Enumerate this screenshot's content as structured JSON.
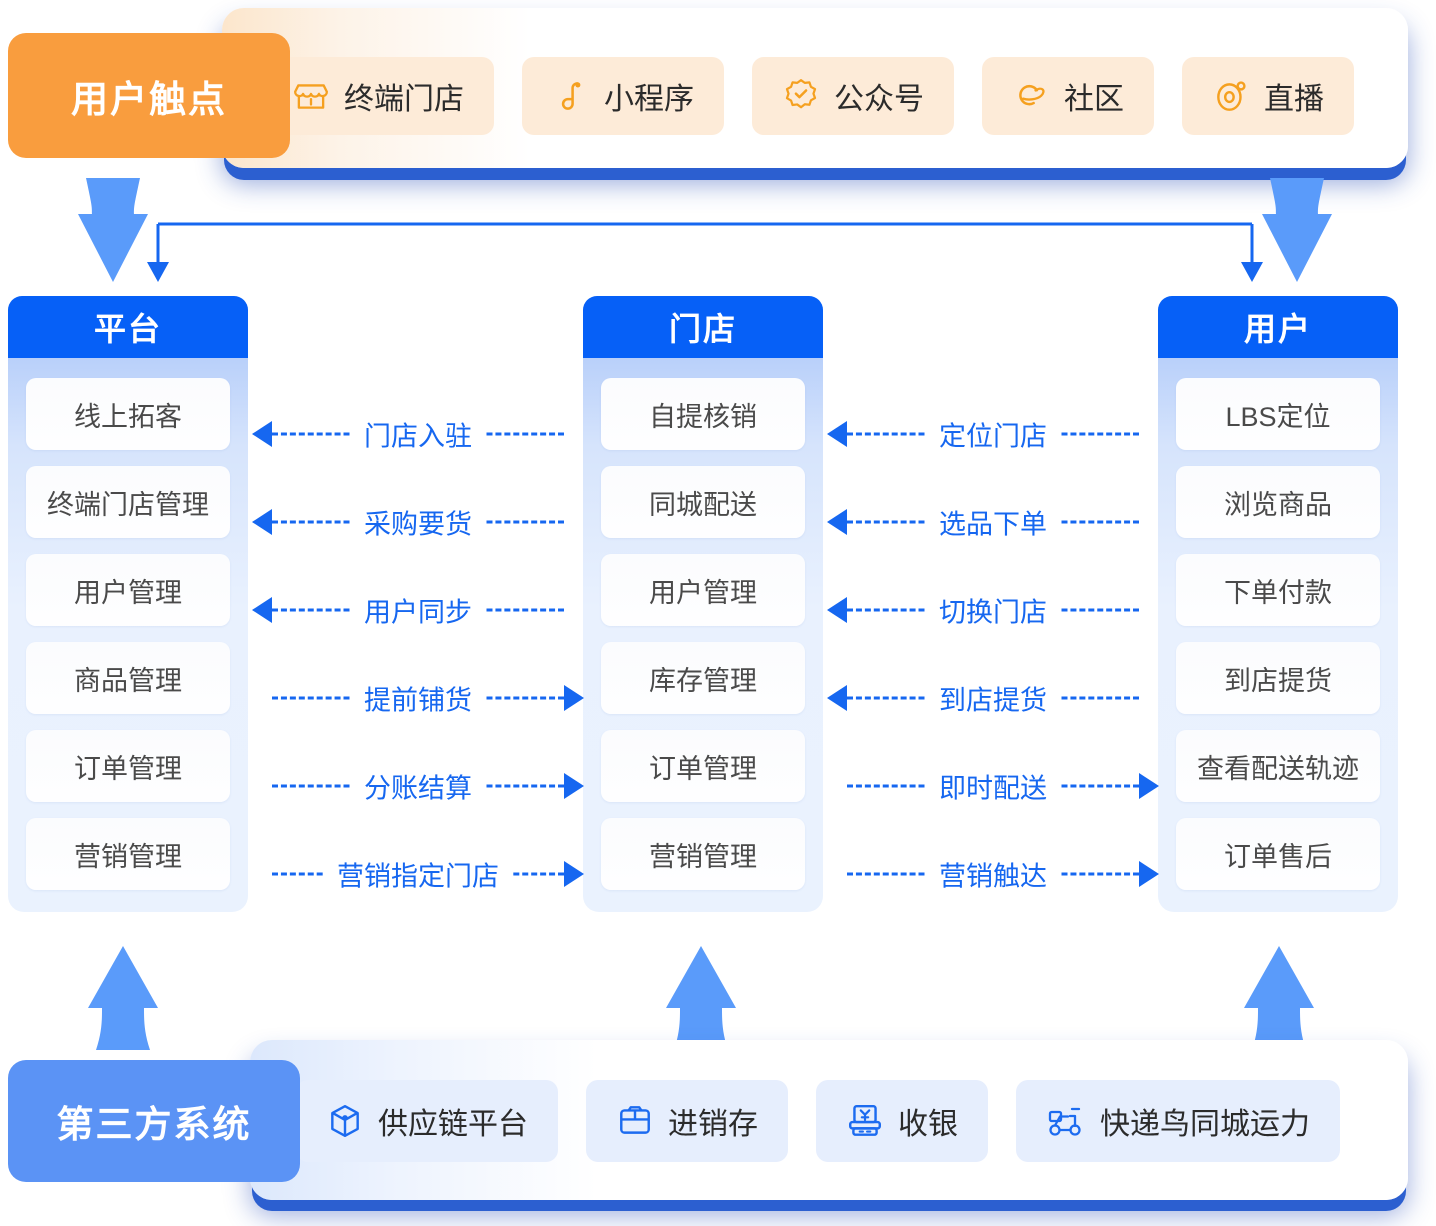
{
  "touchpoints": {
    "label": "用户触点",
    "items": [
      {
        "icon": "shop-icon",
        "label": "终端门店"
      },
      {
        "icon": "miniprogram-icon",
        "label": "小程序"
      },
      {
        "icon": "official-account-icon",
        "label": "公众号"
      },
      {
        "icon": "community-icon",
        "label": "社区"
      },
      {
        "icon": "live-stream-icon",
        "label": "直播"
      }
    ]
  },
  "columns": [
    {
      "key": "platform",
      "title": "平台",
      "items": [
        "线上拓客",
        "终端门店管理",
        "用户管理",
        "商品管理",
        "订单管理",
        "营销管理"
      ]
    },
    {
      "key": "store",
      "title": "门店",
      "items": [
        "自提核销",
        "同城配送",
        "用户管理",
        "库存管理",
        "订单管理",
        "营销管理"
      ]
    },
    {
      "key": "user",
      "title": "用户",
      "items": [
        "LBS定位",
        "浏览商品",
        "下单付款",
        "到店提货",
        "查看配送轨迹",
        "订单售后"
      ]
    }
  ],
  "flows": [
    {
      "key": "platform-store",
      "rows": [
        {
          "label": "门店入驻",
          "direction": "left"
        },
        {
          "label": "采购要货",
          "direction": "left"
        },
        {
          "label": "用户同步",
          "direction": "left"
        },
        {
          "label": "提前铺货",
          "direction": "right"
        },
        {
          "label": "分账结算",
          "direction": "right"
        },
        {
          "label": "营销指定门店",
          "direction": "right"
        }
      ]
    },
    {
      "key": "store-user",
      "rows": [
        {
          "label": "定位门店",
          "direction": "left"
        },
        {
          "label": "选品下单",
          "direction": "left"
        },
        {
          "label": "切换门店",
          "direction": "left"
        },
        {
          "label": "到店提货",
          "direction": "left"
        },
        {
          "label": "即时配送",
          "direction": "right"
        },
        {
          "label": "营销触达",
          "direction": "right"
        }
      ]
    }
  ],
  "third_party": {
    "label": "第三方系统",
    "items": [
      {
        "icon": "supply-chain-icon",
        "label": "供应链平台"
      },
      {
        "icon": "inventory-icon",
        "label": "进销存"
      },
      {
        "icon": "cashier-icon",
        "label": "收银"
      },
      {
        "icon": "delivery-scooter-icon",
        "label": "快递鸟同城运力"
      }
    ]
  },
  "colors": {
    "orange": "#F99D3E",
    "blue": "#0660F7",
    "light_blue": "#5B93F5",
    "arrow_blue": "#5A9BFA",
    "line_blue": "#1667F0"
  }
}
